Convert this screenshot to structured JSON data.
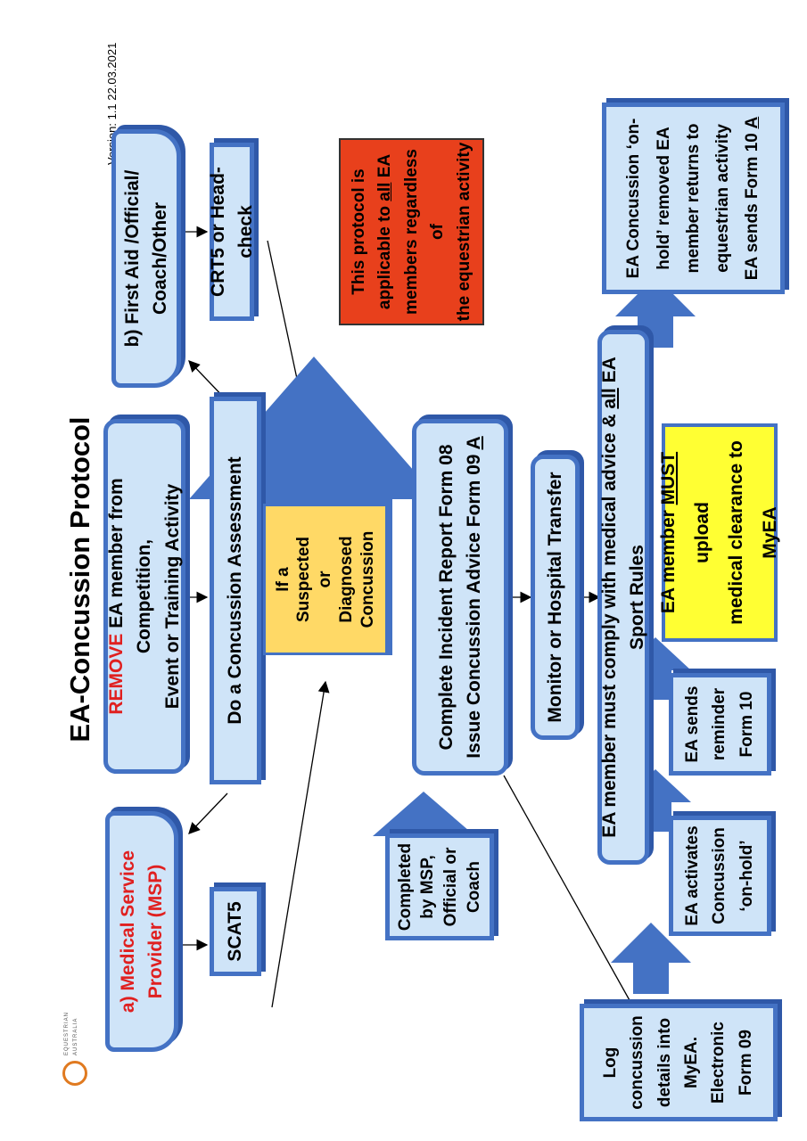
{
  "version": "Version: 1.1 22.03.2021",
  "logo_text": [
    "EQUESTRIAN",
    "AUSTRALIA"
  ],
  "title": "EA-Concussion Protocol",
  "msp": "a) Medical Service Provider (MSP)",
  "first_aid": "b) First Aid /Official/ Coach/Other",
  "remove": {
    "keyword": "REMOVE",
    "line1": " EA member from Competition,",
    "line2": "Event or Training Activity"
  },
  "assessment": "Do a Concussion Assessment",
  "scat5": "SCAT5",
  "crt5": "CRT5 or Head-check",
  "suspected": [
    "If a",
    "Suspected",
    "or",
    "Diagnosed",
    "Concussion"
  ],
  "applicable": {
    "l1": "This protocol is",
    "l2a": "applicable to ",
    "l2b": "all",
    "l2c": " EA",
    "l3": "members regardless of",
    "l4": "the equestrian activity"
  },
  "incident": {
    "l1": "Complete Incident Report Form 08",
    "l2a": "Issue Concussion Advice Form 09 ",
    "l2b": "A"
  },
  "completed_by": [
    "Completed",
    "by MSP,",
    "Official or",
    "Coach"
  ],
  "monitor": "Monitor or Hospital Transfer",
  "comply": {
    "a": "EA member must comply with medical advice & ",
    "b": "all",
    "c": " EA Sport Rules"
  },
  "log": [
    "Log",
    "concussion",
    "details into",
    "MyEA.",
    "Electronic",
    "Form 09"
  ],
  "activates": [
    "EA activates",
    "Concussion",
    "‘on-hold’"
  ],
  "reminder": [
    "EA sends",
    "reminder",
    "Form 10"
  ],
  "upload": {
    "l1a": "EA member ",
    "l1b": "MUST",
    "l1c": " upload",
    "l2": "medical clearance to",
    "l3": "MyEA"
  },
  "returns": {
    "l1": "EA Concussion ‘on-",
    "l2": "hold’ removed EA",
    "l3": "member returns to",
    "l4": "equestrian activity",
    "l5a": "EA sends Form 10 ",
    "l5b": "A"
  },
  "colors": {
    "box_fill": "#cfe4f8",
    "arrow_blue": "#4472c4",
    "red_box": "#e8401c",
    "yellow_box": "#ffff33",
    "orange_box": "#ffd966",
    "accent_red": "#e02020"
  },
  "icons": {
    "logo": "horse-head-logo-icon"
  }
}
